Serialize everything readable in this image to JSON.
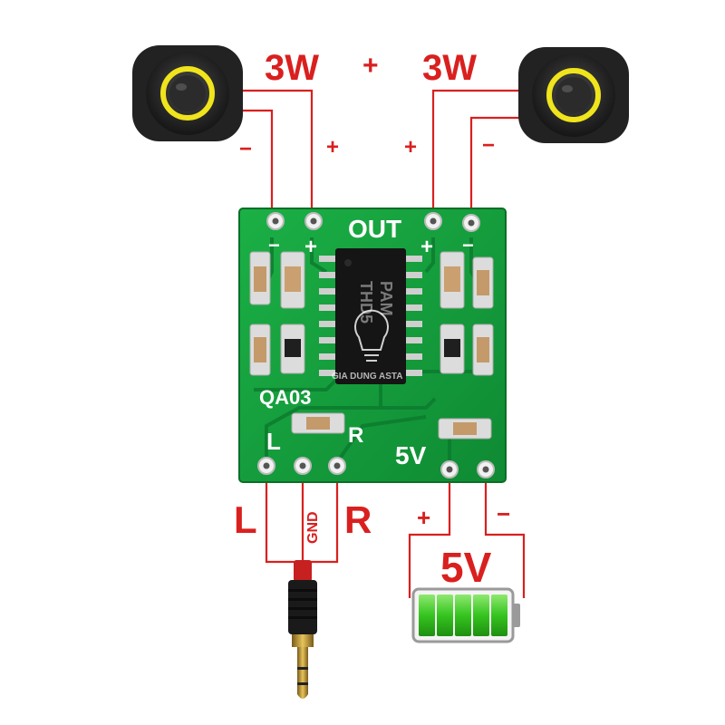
{
  "colors": {
    "wire": "#d9201f",
    "board": "#149a3a",
    "board_dark": "#0d7a2c",
    "battery": "#3fce2c",
    "speaker_ring": "#f0e41c"
  },
  "labels": {
    "speaker_left_power": "3W",
    "speaker_right_power": "3W",
    "power_join": "+",
    "speaker_left_minus": "−",
    "speaker_left_plus": "+",
    "speaker_right_plus": "+",
    "speaker_right_minus": "−",
    "board_out": "OUT",
    "board_left_minus": "−",
    "board_left_plus": "+",
    "board_right_plus": "+",
    "board_right_minus": "−",
    "board_model": "QA03",
    "board_l": "L",
    "board_r": "R",
    "board_5v": "5V",
    "chip_line1": "PAM",
    "chip_line2": "THD5",
    "watermark": "GIA DUNG ASTA",
    "input_l": "L",
    "input_gnd": "GND",
    "input_r": "R",
    "battery_plus": "+",
    "battery_minus": "−",
    "battery_voltage": "5V"
  },
  "icons": {
    "speaker_left": "speaker-icon",
    "speaker_right": "speaker-icon",
    "audio_jack": "audio-jack-icon",
    "battery": "battery-icon",
    "chip": "ic-chip-icon",
    "watermark_logo": "lightbulb-icon"
  }
}
